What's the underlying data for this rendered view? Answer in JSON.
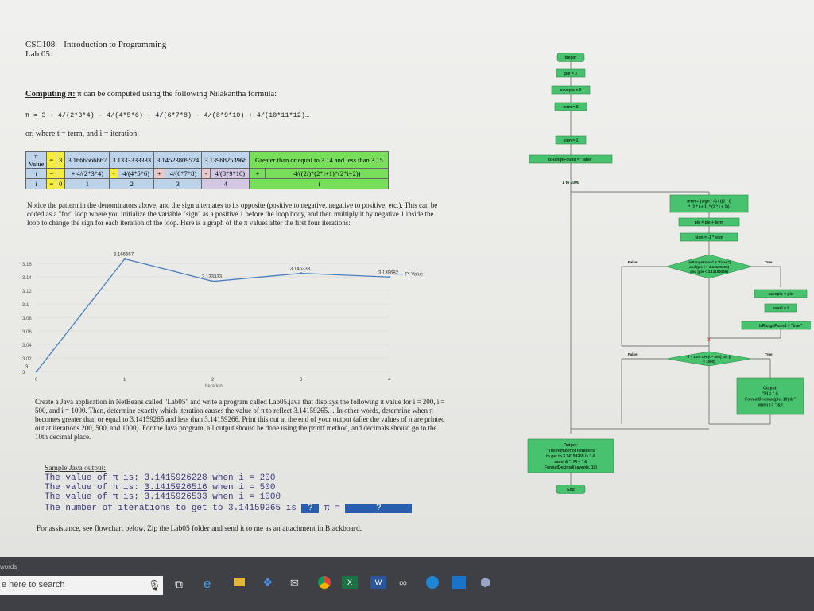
{
  "header": {
    "course": "CSC108 – Introduction to Programming",
    "lab": "Lab 05:"
  },
  "computing": {
    "heading": "Computing π:",
    "text": " π can be computed using the following Nilakantha formula:"
  },
  "formula": "π  =  3 + 4/(2*3*4)  - 4/(4*5*6)  + 4/(6*7*8)  - 4/(8*9*10)  + 4/(10*11*12)…",
  "where": "or, where t = term, and i = iteration:",
  "table": {
    "rows": [
      [
        "π",
        "=",
        "3",
        "3.1666666667",
        "3.1333333333",
        "3.14523809524",
        "3.13968253968",
        "Greater than or equal to 3.14 and less than 3.15"
      ],
      [
        "t",
        "=",
        "+",
        "4/(2*3*4)",
        "-",
        "4/(4*5*6)",
        "+",
        "4/(6*7*8)",
        "-",
        "4/(8*9*10)",
        "+",
        "4/((2i)*(2*i+1)*(2*i+2))"
      ],
      [
        "i",
        "=",
        "0",
        "1",
        "2",
        "3",
        "4",
        "i"
      ]
    ],
    "value_label": "Value"
  },
  "notice": "Notice the pattern in the denominators above, and the sign alternates to its opposite (positive to negative, negative to positive, etc.). This can be coded as a \"for\" loop where you initialize the variable \"sign\" as a positive 1 before the loop body, and then multiply it by negative 1 inside the loop to change the sign for each iteration of the loop. Here is a graph of the π values after the first four iterations:",
  "chart_data": {
    "type": "line",
    "x": [
      0,
      1,
      2,
      3,
      4
    ],
    "values": [
      3,
      3.166667,
      3.133333,
      3.145238,
      3.139682
    ],
    "point_labels": [
      "3",
      "3.166667",
      "3.133333",
      "3.145238",
      "3.139682"
    ],
    "ylim": [
      3,
      3.16
    ],
    "y_ticks": [
      "3.16",
      "3.14",
      "3.12",
      "3.1",
      "3.08",
      "3.06",
      "3.04",
      "3.02",
      "3"
    ],
    "x_ticks": [
      "0",
      "1",
      "2",
      "3",
      "4"
    ],
    "xlabel": "Iteration",
    "series_name": "PI Value"
  },
  "create": "Create a Java application in NetBeans called \"Lab05\" and write a program called Lab05.java that displays the following π value for i = 200, i = 500, and i = 1000. Then, determine exactly which iteration causes the value of π to reflect 3.14159265… In other words, determine when π becomes greater than or equal to 3.14159265 and less than 3.14159266. Print this out at the end of your output (after the values of π are printed out at iterations 200, 500, and 1000). For the Java program, all output should be done using the printf method, and decimals should go to the 10th decimal place.",
  "sample": {
    "heading": "Sample Java output:",
    "lines": [
      {
        "prefix": "The value of π is: ",
        "value": "3.1415926228",
        "when": " when i = 200"
      },
      {
        "prefix": "The value of π is: ",
        "value": "3.1415926516",
        "when": " when i = 500"
      },
      {
        "prefix": "The value of π is: ",
        "value": "3.1415926533",
        "when": " when i = 1000"
      }
    ],
    "last_prefix": "The number of iterations to get to 3.14159265 is ",
    "q1": "?",
    "pi_eq": "  π = ",
    "q2": "?"
  },
  "assist": "For assistance, see flowchart below. Zip the Lab05 folder and send it to me as an attachment in Blackboard.",
  "flowchart": {
    "begin": "Begin",
    "pie": "pie = 3",
    "savepie": "savepie = 0",
    "term": "term = 0",
    "sign": "sign = 1",
    "inrange": "isRangeFound = \"false\"",
    "loop": "1 to 1000",
    "calc": "term = (sign * 4) / ((2 * i) * (2 * i + 1) * (2 * i + 2))",
    "pieplus": "pie = pie + term",
    "signneg": "sign = -1 * sign",
    "decision1": "(isRangeFound = \"false\") and (pie >= 3.14159265) and (pie < 3.14159266)",
    "false": "False",
    "true": "True",
    "savepie2": "savepie = pie",
    "saveI": "saveI = I",
    "rangetrue": "isRangeFound = \"true\"",
    "decision2": "(i = 200) OR (i = 500) OR (i = 1000)",
    "output1": "Output: \"PI = \" & FormatDecimal(pie, 10) & \" when I = \" & I",
    "output2": "Output: \"The number of iterations to get to 3.14159265 is \" & saveI & \". PI = \" & FormatDecimal(savepie, 10)",
    "end": "End"
  },
  "taskbar": {
    "words": "words",
    "search": "e here to search"
  },
  "colors": {
    "flow_box": "#49c26f",
    "table_yellow": "#f6ec3e",
    "table_blue": "#bdd3ea",
    "table_green": "#78df5b",
    "answer_box": "#2a5fb0",
    "taskbar": "#3e4046"
  }
}
